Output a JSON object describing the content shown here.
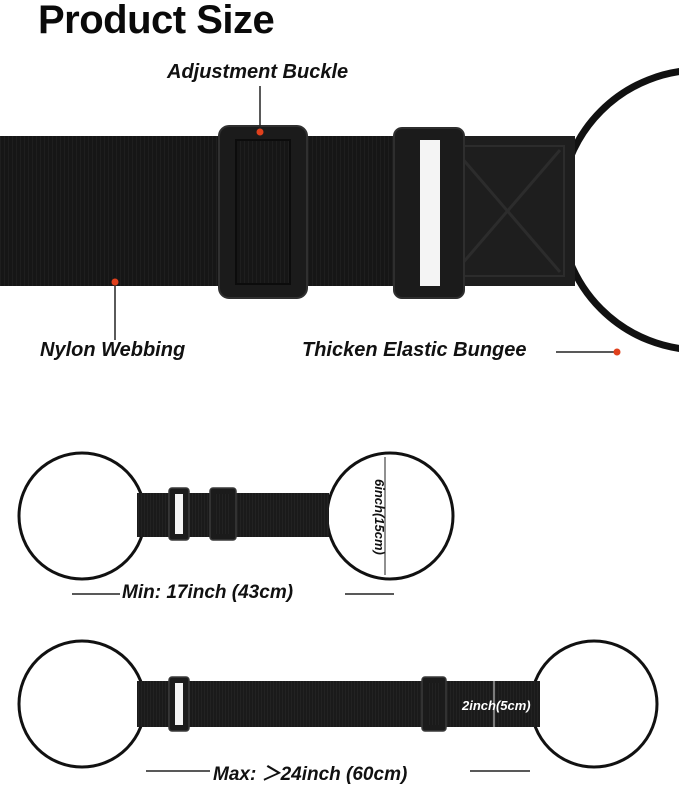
{
  "title": "Product Size",
  "callouts": {
    "adjustment_buckle": "Adjustment Buckle",
    "nylon_webbing": "Nylon Webbing",
    "elastic_bungee": "Thicken Elastic Bungee"
  },
  "dimensions": {
    "loop_diameter": "6inch(15cm)",
    "min_length": "Min: 17inch  (43cm)",
    "strap_width": "2inch(5cm)",
    "max_length": "Max: ＞24inch  (60cm)"
  },
  "colors": {
    "strap": "#141414",
    "buckle": "#1c1c1c",
    "marker": "#e0401c",
    "line": "#222222"
  }
}
